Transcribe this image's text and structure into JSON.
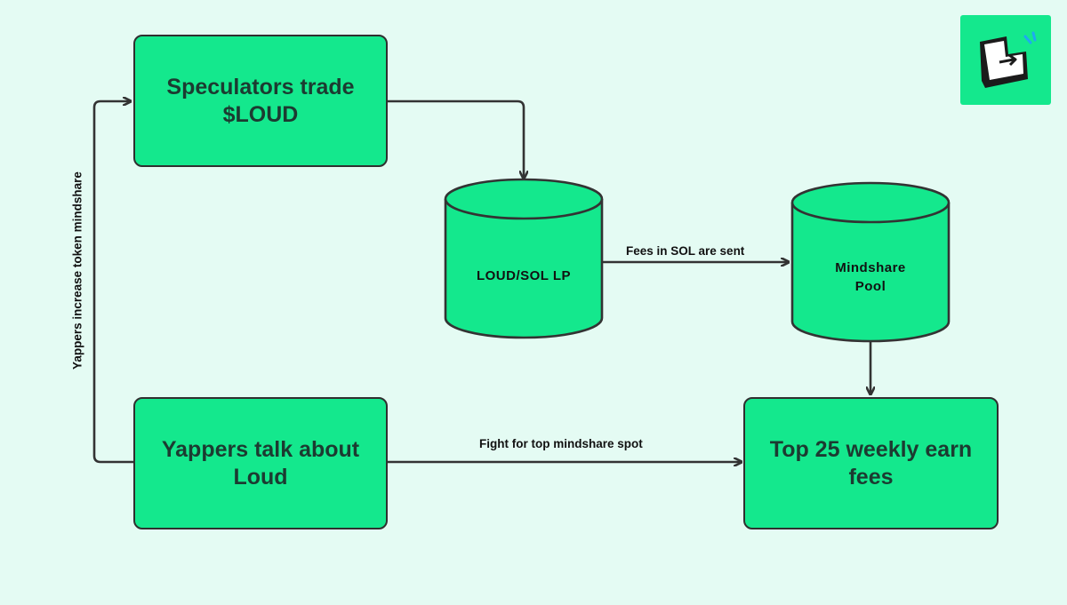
{
  "diagram": {
    "nodes": {
      "speculators": {
        "label": "Speculators trade $LOUD"
      },
      "yappers": {
        "label": "Yappers talk about Loud"
      },
      "top25": {
        "label": "Top 25 weekly earn fees"
      },
      "lp_pool": {
        "label": "LOUD/SOL LP"
      },
      "mindshare_pool": {
        "label": "Mindshare Pool"
      }
    },
    "edges": {
      "fees_sent": {
        "label": "Fees in SOL are sent"
      },
      "fight": {
        "label": "Fight for top mindshare spot"
      },
      "mindshare_increase": {
        "label": "Yappers increase token mindshare"
      }
    }
  },
  "colors": {
    "background": "#e4fbf3",
    "node_fill": "#14e88d",
    "stroke": "#2f2f2f",
    "logo_accent": "#1eaaf1"
  },
  "logo": {
    "icon": "loud-logo-icon"
  }
}
